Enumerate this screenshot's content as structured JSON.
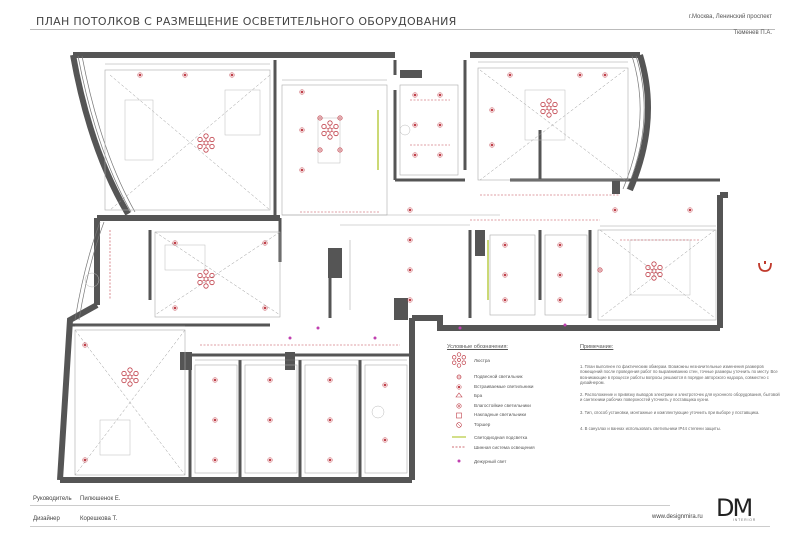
{
  "header": {
    "title": "ПЛАН ПОТОЛКОВ С РАЗМЕЩЕНИЕ ОСВЕТИТЕЛЬНОГО ОБОРУДОВАНИЯ",
    "address": "г.Москва, Ленинский проспект",
    "author": "Тюменев П.А."
  },
  "legend": {
    "title": "Условные обозначения:",
    "items": [
      {
        "label": "Люстра",
        "icon": "chandelier-icon"
      },
      {
        "label": "Подвесной светильник",
        "icon": "pendant-lamp-icon"
      },
      {
        "label": "Встраиваемые светильники",
        "icon": "recessed-lamp-icon"
      },
      {
        "label": "Бра",
        "icon": "sconce-icon"
      },
      {
        "label": "Влагостойкие светильники",
        "icon": "moisture-proof-lamp-icon"
      },
      {
        "label": "Накладные светильники",
        "icon": "surface-lamp-icon"
      },
      {
        "label": "Торшер",
        "icon": "floor-lamp-icon"
      },
      {
        "label": "Светодиодная подсветка",
        "icon": "led-strip-icon"
      },
      {
        "label": "Шинная система освещения",
        "icon": "track-system-icon"
      },
      {
        "label": "Дежурный свет",
        "icon": "night-light-icon"
      }
    ]
  },
  "notes": {
    "title": "Примечание:",
    "items": [
      "1. План выполнен по фактическим обмерам. Возможны незначительные изменения размеров помещений после проведения работ по выравниванию стен, точные размеры уточнить по месту. Все возникающие в процессе работы вопросы решаются в порядке авторского надзора, совместно с дизайнером.",
      "2. Расположение и привязку выводов электрики и электроточек для кухонного оборудования, бытовой и сантехники рабочих поверхностей уточнить у поставщика кухни.",
      "3. Тип, способ установки, монтажные и комплектующие уточнить при выборе у поставщика.",
      "4. В санузлах и ваннах использовать светильники IP44 степени защиты."
    ]
  },
  "footer": {
    "role1": "Руководитель",
    "name1": "Пилюшенок Е.",
    "role2": "Дизайнер",
    "name2": "Корешкова Т.",
    "website": "www.designmira.ru",
    "logo": "DM",
    "logo_sub": "INTERIOR"
  },
  "colors": {
    "wall": "#555555",
    "light": "#c0404a",
    "accent_red": "#c0392b",
    "led": "#b5c93a",
    "night": "#c040b0"
  }
}
